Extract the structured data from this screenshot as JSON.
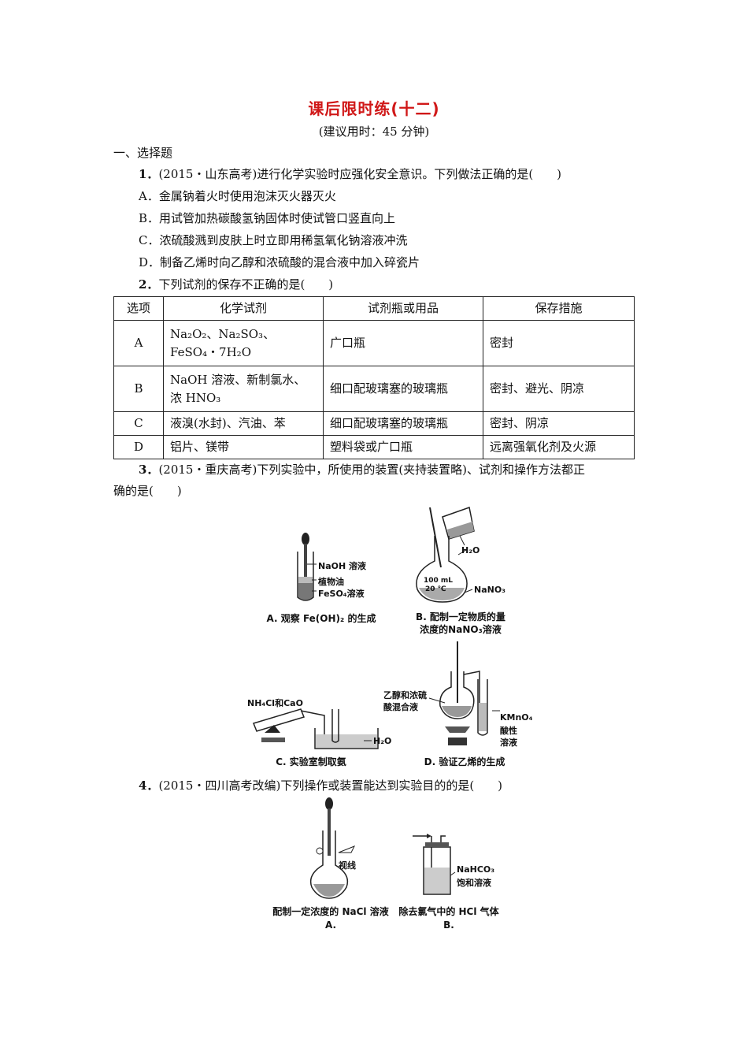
{
  "title": "课后限时练(十二)",
  "subtitle": "(建议用时：45 分钟)",
  "section": "一、选择题",
  "q1": {
    "num": "1．",
    "stem": "(2015・山东高考)进行化学实验时应强化安全意识。下列做法正确的是(　　)",
    "options": [
      "A．金属钠着火时使用泡沫灭火器灭火",
      "B．用试管加热碳酸氢钠固体时使试管口竖直向上",
      "C．浓硫酸溅到皮肤上时立即用稀氢氧化钠溶液冲洗",
      "D．制备乙烯时向乙醇和浓硫酸的混合液中加入碎瓷片"
    ]
  },
  "q2": {
    "num": "2．",
    "stem": "下列试剂的保存不正确的是(　　)",
    "headers": [
      "选项",
      "化学试剂",
      "试剂瓶或用品",
      "保存措施"
    ],
    "rows": [
      [
        "A",
        "Na₂O₂、Na₂SO₃、FeSO₄・7H₂O",
        "广口瓶",
        "密封"
      ],
      [
        "B",
        "NaOH 溶液、新制氯水、浓 HNO₃",
        "细口配玻璃塞的玻璃瓶",
        "密封、避光、阴凉"
      ],
      [
        "C",
        "液溴(水封)、汽油、苯",
        "细口配玻璃塞的玻璃瓶",
        "密封、阴凉"
      ],
      [
        "D",
        "铝片、镁带",
        "塑料袋或广口瓶",
        "远离强氧化剂及火源"
      ]
    ]
  },
  "q3": {
    "num": "3．",
    "stem_line1": "(2015・重庆高考)下列实验中，所使用的装置(夹持装置略)、试剂和操作方法都正",
    "stem_line2": "确的是(　　)",
    "figA": {
      "labels": [
        "NaOH 溶液",
        "植物油",
        "FeSO₄溶液"
      ],
      "caption": "A. 观察 Fe(OH)₂ 的生成"
    },
    "figB": {
      "labels": [
        "H₂O",
        "100 mL",
        "20 ℃",
        "NaNO₃"
      ],
      "caption_line1": "B. 配制一定物质的量",
      "caption_line2": "浓度的NaNO₃溶液"
    },
    "figC": {
      "labels": [
        "NH₄Cl和CaO",
        "H₂O"
      ],
      "caption": "C. 实验室制取氨"
    },
    "figD": {
      "labels": [
        "乙醇和浓硫",
        "酸混合液",
        "KMnO₄",
        "酸性",
        "溶液"
      ],
      "caption": "D. 验证乙烯的生成"
    }
  },
  "q4": {
    "num": "4．",
    "stem": "(2015・四川高考改编)下列操作或装置能达到实验目的的是(　　)",
    "figA": {
      "labels": [
        "视线"
      ],
      "caption": "配制一定浓度的 NaCl 溶液",
      "letter": "A."
    },
    "figB": {
      "labels": [
        "NaHCO₃",
        "饱和溶液"
      ],
      "caption": "除去氯气中的 HCl 气体",
      "letter": "B."
    }
  }
}
